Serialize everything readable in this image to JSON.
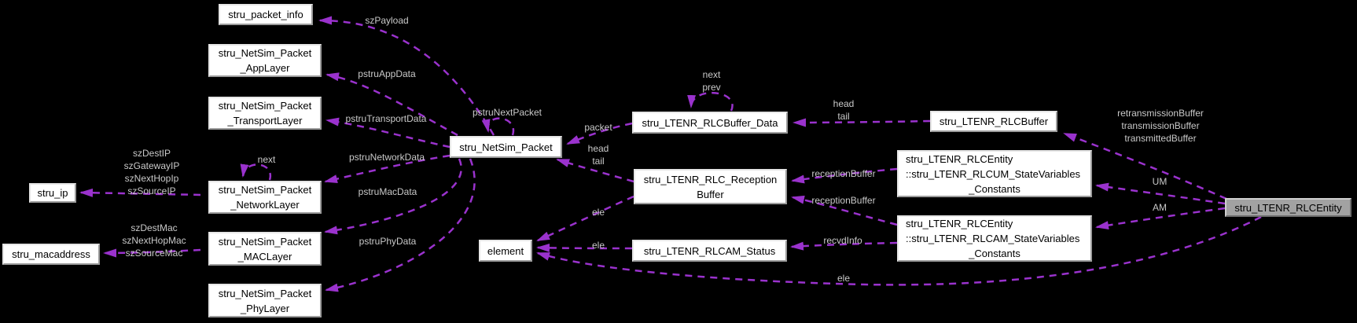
{
  "diagram": {
    "title": "stru_LTENR_RLCEntity collaboration diagram",
    "background_color": "#000000",
    "edge_color": "#9a32cd",
    "edge_label_color": "#c9c9c9",
    "node_bg_color": "#ffffff",
    "node_text_color": "#000000",
    "highlight_node_bg_color": "#a2a2a2",
    "nodes": [
      {
        "id": "packet_info",
        "label": "stru_packet_info",
        "highlighted": false
      },
      {
        "id": "applayer",
        "label": "stru_NetSim_Packet\n_AppLayer",
        "highlighted": false
      },
      {
        "id": "transportlayer",
        "label": "stru_NetSim_Packet\n_TransportLayer",
        "highlighted": false
      },
      {
        "id": "networklayer",
        "label": "stru_NetSim_Packet\n_NetworkLayer",
        "highlighted": false
      },
      {
        "id": "maclayer",
        "label": "stru_NetSim_Packet\n_MACLayer",
        "highlighted": false
      },
      {
        "id": "phylayer",
        "label": "stru_NetSim_Packet\n_PhyLayer",
        "highlighted": false
      },
      {
        "id": "ip",
        "label": "stru_ip",
        "highlighted": false
      },
      {
        "id": "macaddress",
        "label": "stru_macaddress",
        "highlighted": false
      },
      {
        "id": "netsim_packet",
        "label": "stru_NetSim_Packet",
        "highlighted": false
      },
      {
        "id": "rlcbuffer_data",
        "label": "stru_LTENR_RLCBuffer_Data",
        "highlighted": false
      },
      {
        "id": "reception_buffer",
        "label": "stru_LTENR_RLC_Reception\nBuffer",
        "highlighted": false
      },
      {
        "id": "element",
        "label": "element",
        "highlighted": false
      },
      {
        "id": "rlcam_status",
        "label": "stru_LTENR_RLCAM_Status",
        "highlighted": false
      },
      {
        "id": "rlcbuffer",
        "label": "stru_LTENR_RLCBuffer",
        "highlighted": false
      },
      {
        "id": "um_statevars",
        "label": "stru_LTENR_RLCEntity\n::stru_LTENR_RLCUM_StateVariables\n_Constants",
        "highlighted": false
      },
      {
        "id": "am_statevars",
        "label": "stru_LTENR_RLCEntity\n::stru_LTENR_RLCAM_StateVariables\n_Constants",
        "highlighted": false
      },
      {
        "id": "rlcentity",
        "label": "stru_LTENR_RLCEntity",
        "highlighted": true
      }
    ],
    "edges": [
      {
        "id": "szPayload",
        "from": "netsim_packet",
        "to": "packet_info",
        "label": "szPayload"
      },
      {
        "id": "pstruAppData",
        "from": "netsim_packet",
        "to": "applayer",
        "label": "pstruAppData"
      },
      {
        "id": "pstruTransportData",
        "from": "netsim_packet",
        "to": "transportlayer",
        "label": "pstruTransportData"
      },
      {
        "id": "pstruNetworkData",
        "from": "netsim_packet",
        "to": "networklayer",
        "label": "pstruNetworkData"
      },
      {
        "id": "pstruMacData",
        "from": "netsim_packet",
        "to": "maclayer",
        "label": "pstruMacData"
      },
      {
        "id": "pstruPhyData",
        "from": "netsim_packet",
        "to": "phylayer",
        "label": "pstruPhyData"
      },
      {
        "id": "ip_fields",
        "from": "networklayer",
        "to": "ip",
        "label": "szDestIP\nszGatewayIP\nszNextHopIp\nszSourceIP"
      },
      {
        "id": "mac_fields",
        "from": "maclayer",
        "to": "macaddress",
        "label": "szDestMac\nszNextHopMac\nszSourceMac"
      },
      {
        "id": "next_self",
        "from": "networklayer",
        "to": "networklayer",
        "label": "next"
      },
      {
        "id": "pstruNextPacket_self",
        "from": "netsim_packet",
        "to": "netsim_packet",
        "label": "pstruNextPacket"
      },
      {
        "id": "packet",
        "from": "rlcbuffer_data",
        "to": "netsim_packet",
        "label": "packet"
      },
      {
        "id": "head_tail_packet",
        "from": "reception_buffer",
        "to": "netsim_packet",
        "label": "head\ntail"
      },
      {
        "id": "next_prev_self",
        "from": "rlcbuffer_data",
        "to": "rlcbuffer_data",
        "label": "next\nprev"
      },
      {
        "id": "head_tail_buffer",
        "from": "rlcbuffer",
        "to": "rlcbuffer_data",
        "label": "head\ntail"
      },
      {
        "id": "receptionBuffer_um",
        "from": "um_statevars",
        "to": "reception_buffer",
        "label": "receptionBuffer"
      },
      {
        "id": "receptionBuffer_am",
        "from": "am_statevars",
        "to": "reception_buffer",
        "label": "receptionBuffer"
      },
      {
        "id": "recvdInfo",
        "from": "am_statevars",
        "to": "rlcam_status",
        "label": "recvdInfo"
      },
      {
        "id": "ele_reception",
        "from": "reception_buffer",
        "to": "element",
        "label": "ele"
      },
      {
        "id": "ele_status",
        "from": "rlcam_status",
        "to": "element",
        "label": "ele"
      },
      {
        "id": "ele_entity",
        "from": "rlcentity",
        "to": "element",
        "label": "ele"
      },
      {
        "id": "buffers",
        "from": "rlcentity",
        "to": "rlcbuffer",
        "label": "retransmissionBuffer\ntransmissionBuffer\ntransmittedBuffer"
      },
      {
        "id": "um_edge",
        "from": "rlcentity",
        "to": "um_statevars",
        "label": "UM"
      },
      {
        "id": "am_edge",
        "from": "rlcentity",
        "to": "am_statevars",
        "label": "AM"
      }
    ]
  }
}
